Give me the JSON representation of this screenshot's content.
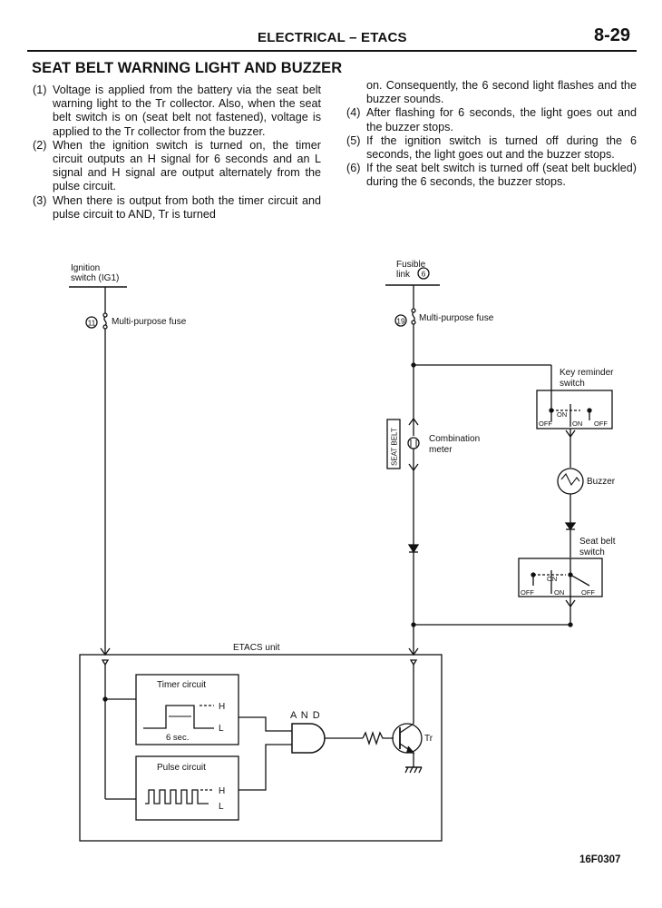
{
  "header": {
    "title": "ELECTRICAL – ETACS",
    "page": "8-29"
  },
  "section_title": "SEAT BELT WARNING LIGHT AND BUZZER",
  "steps": [
    {
      "num": "(1)",
      "text": "Voltage is applied from the battery via the seat belt warning light to the Tr collector. Also, when the seat belt switch is on (seat belt not fastened), voltage is applied to the Tr collector from the buzzer."
    },
    {
      "num": "(2)",
      "text": "When the ignition switch is turned on, the timer circuit outputs an H signal for 6 seconds and an L signal and H signal are output alternately from the pulse circuit."
    },
    {
      "num": "(3)",
      "text": "When there is output from both the timer circuit and pulse circuit to AND, Tr is turned"
    },
    {
      "num": "",
      "text": "on. Consequently, the 6 second light flashes and the buzzer sounds."
    },
    {
      "num": "(4)",
      "text": "After flashing for 6 seconds, the light goes out and the buzzer stops."
    },
    {
      "num": "(5)",
      "text": "If the ignition switch is turned off during the 6 seconds, the light goes out and the buzzer stops."
    },
    {
      "num": "(6)",
      "text": "If the seat belt switch is turned off (seat belt buckled) during the 6 seconds, the buzzer stops."
    }
  ],
  "diagram": {
    "ignition_switch": [
      "Ignition",
      "switch (IG1)"
    ],
    "fusible_link": [
      "Fusible",
      "link"
    ],
    "fusible_link_no": "6",
    "fuse_left_no": "11",
    "fuse_right_no": "19",
    "multi_purpose_fuse": "Multi-purpose fuse",
    "key_reminder_switch": [
      "Key reminder",
      "switch"
    ],
    "buzzer": "Buzzer",
    "seat_belt_switch": [
      "Seat belt",
      "switch"
    ],
    "combination_meter": [
      "Combination",
      "meter"
    ],
    "seat_belt_lamp": "SEAT BELT",
    "on": "ON",
    "off": "OFF",
    "etacs_unit": "ETACS unit",
    "timer_circuit": "Timer circuit",
    "pulse_circuit": "Pulse circuit",
    "six_sec": "6 sec.",
    "high": "H",
    "low": "L",
    "and_gate": "A N D",
    "transistor": "Tr"
  },
  "figure_id": "16F0307"
}
